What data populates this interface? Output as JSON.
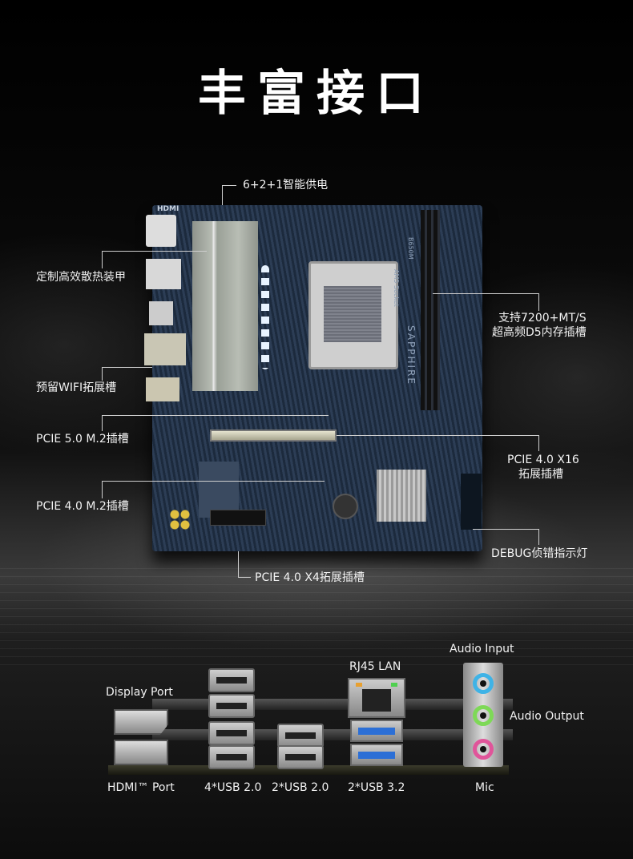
{
  "title": "丰富接口",
  "board_labels": {
    "power": "6+2+1智能供电",
    "heatsink": "定制高效散热装甲",
    "memory_line1": "支持7200+MT/S",
    "memory_line2": "超高频D5内存插槽",
    "wifi": "预留WIFI拓展槽",
    "m2_gen5": "PCIE 5.0 M.2插槽",
    "x16_line1": "PCIE 4.0 X16",
    "x16_line2": "拓展插槽",
    "m2_gen4": "PCIE 4.0 M.2插槽",
    "debug": "DEBUG侦错指示灯",
    "x4": "PCIE 4.0 X4拓展插槽"
  },
  "board_marks": {
    "hdmi": "HDMI",
    "socket": "AM5 Socket",
    "brand": "SAPPHIRE",
    "model": "B650M"
  },
  "io_labels": {
    "audio_input": "Audio Input",
    "rj45": "RJ45 LAN",
    "displayport": "Display Port",
    "audio_output": "Audio Output",
    "hdmi": "HDMI™ Port",
    "usb20_4": "4*USB 2.0",
    "usb20_2": "2*USB 2.0",
    "usb32": "2*USB 3.2",
    "mic": "Mic"
  },
  "colors": {
    "audio_in": "#3fb3e6",
    "audio_out": "#7ed957",
    "mic": "#e0559a",
    "usb3": "#2c6fd6"
  }
}
